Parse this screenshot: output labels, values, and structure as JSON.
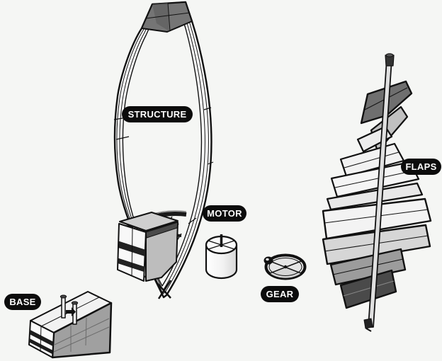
{
  "canvas": {
    "background": "#f5f6f4"
  },
  "legend": {
    "labels": [
      {
        "id": "structure",
        "text": "STRUCTURE"
      },
      {
        "id": "motor",
        "text": "MOTOR"
      },
      {
        "id": "gear",
        "text": "GEAR"
      },
      {
        "id": "flaps",
        "text": "FLAPS"
      },
      {
        "id": "base",
        "text": "BASE"
      }
    ],
    "pill_bg": "#0c0c0c",
    "pill_text": "#ffffff"
  },
  "palette": {
    "line": "#111111",
    "rail_fill": "#fbfbfb",
    "interior": "#f5f6f4",
    "cap_dark": "#757575",
    "cap_shade": "#5c5c5c",
    "crate_top": "#cfcfcf",
    "crate_white": "#f8f8f8",
    "crate_band": "#222222",
    "crate_side": "#bdbdbd",
    "motor_body": "#f6f6f6",
    "motor_top": "#fafafa",
    "hidden_line": "#bdbdbd",
    "gear_disc": "#e6e6e6",
    "gear_shade": "#d4d4d4",
    "rod_fill": "#e0e0e0",
    "base_top": "#f2f2f2",
    "base_front": "#a0a0a0",
    "base_side_white": "#fafafa",
    "pin_cap": "#444444"
  },
  "parts": {
    "structure": {
      "label": "STRUCTURE"
    },
    "motor": {
      "label": "MOTOR"
    },
    "gear": {
      "label": "GEAR"
    },
    "flaps": {
      "label": "FLAPS",
      "slat_fills": [
        "#6f6f6f",
        "#c0c0c0",
        "#ededed",
        "#f2f2f2",
        "#f5f5f5",
        "#e8e8e8",
        "#f3f3f3",
        "#d6d6d6",
        "#9c9c9c",
        "#4a4a4a"
      ]
    },
    "base": {
      "label": "BASE"
    }
  }
}
